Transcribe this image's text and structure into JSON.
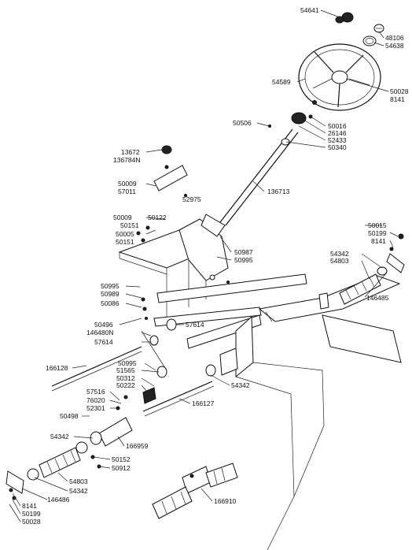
{
  "diagram": {
    "labels": {
      "p54641": "54641",
      "p48106": "48106",
      "p54638": "54638",
      "p54589": "54589",
      "p50028a": "50028",
      "p8141a": "8141",
      "p50506": "50506",
      "p50016": "50016",
      "p26146": "26146",
      "p52433": "52433",
      "p50340": "50340",
      "p13672": "13672",
      "p136784N": "136784N",
      "p50009a": "50009",
      "p57011": "57011",
      "p52975": "52975",
      "p136713": "136713",
      "p50009b": "50009",
      "p50122": "50122",
      "p50151a": "50151",
      "p50005": "50005",
      "p50151b": "50151",
      "p50987": "50987",
      "p50995a": "50995",
      "p50015": "50015",
      "p50199a": "50199",
      "p8141b": "8141",
      "p54342a": "54342",
      "p54803a": "54803",
      "p146485": "146485",
      "p50995b": "50995",
      "p50989": "50989",
      "p50086": "50086",
      "p50496": "50496",
      "p146480N": "146480N",
      "p57614a": "57614",
      "p57614b": "57614",
      "p166128": "166128",
      "p50995c": "50995",
      "p51565": "51565",
      "p50312": "50312",
      "p50222": "50222",
      "p54342b": "54342",
      "p57516": "57516",
      "p76020": "76020",
      "p52301": "52301",
      "p166127": "166127",
      "p50498": "50498",
      "p166959": "166959",
      "p54342c": "54342",
      "p50152": "50152",
      "p50912": "50912",
      "p54803b": "54803",
      "p54342d": "54342",
      "p146486": "146486",
      "p8141c": "8141",
      "p50199b": "50199",
      "p50028b": "50028",
      "p166910": "166910"
    }
  }
}
